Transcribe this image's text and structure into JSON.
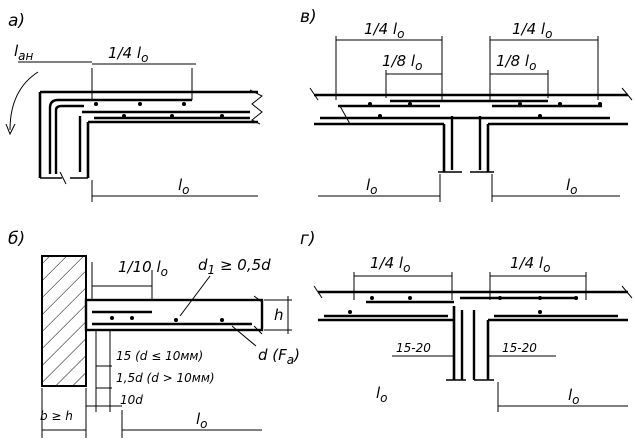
{
  "panels": {
    "a": {
      "letter": "а)",
      "anchor_label": "l",
      "anchor_sub": "ан",
      "quarter_label": "1/4 l",
      "quarter_sub": "o",
      "span_label": "l",
      "span_sub": "o"
    },
    "v": {
      "letter": "в)",
      "quarter_left": "1/4 l",
      "quarter_left_sub": "o",
      "quarter_right": "1/4 l",
      "quarter_right_sub": "o",
      "eighth_left": "1/8 l",
      "eighth_left_sub": "o",
      "eighth_right": "1/8 l",
      "eighth_right_sub": "o",
      "span_left": "l",
      "span_left_sub": "o",
      "span_right": "l",
      "span_right_sub": "o"
    },
    "b": {
      "letter": "б)",
      "tenth_label": "1/10 l",
      "tenth_sub": "o",
      "d1_label": "d",
      "d1_sub": "1",
      "d1_rest": " ≥ 0,5d",
      "d_label": "d (F",
      "d_sub": "a",
      "d_close": ")",
      "h_label": "h",
      "rule_small": "15 (d ≤ 10мм)",
      "rule_large": "1,5d (d > 10мм)",
      "ten_d": "10d",
      "b_label": "b ≥ h",
      "span_label": "l",
      "span_sub": "o"
    },
    "g": {
      "letter": "г)",
      "quarter_left": "1/4 l",
      "quarter_left_sub": "o",
      "quarter_right": "1/4 l",
      "quarter_right_sub": "o",
      "gap_left": "15-20",
      "gap_right": "15-20",
      "span_left": "l",
      "span_left_sub": "o",
      "span_right": "l",
      "span_right_sub": "o"
    }
  }
}
